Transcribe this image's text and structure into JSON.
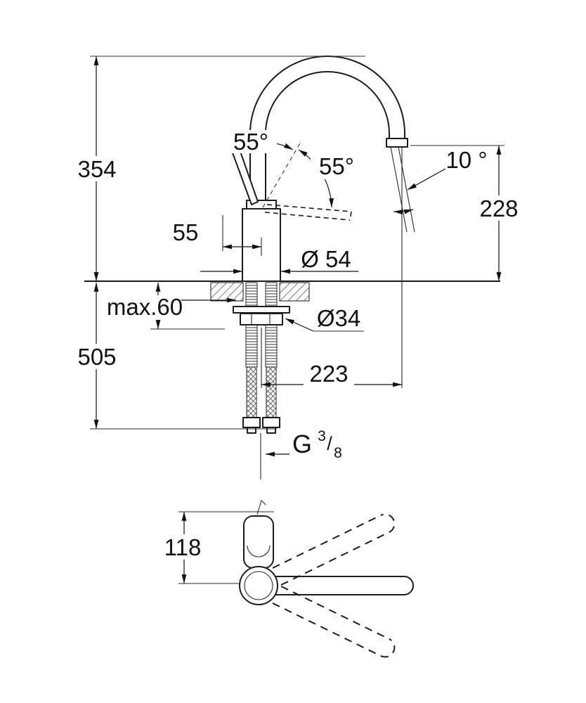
{
  "colors": {
    "line": "#1c1c1c",
    "text": "#111111",
    "background": "#ffffff"
  },
  "front_view": {
    "labels": {
      "height_above_deck": "354",
      "height_below_deck": "505",
      "spout_clearance": "228",
      "swivel_left": "55°",
      "swivel_right": "55°",
      "stream_angle": "10 °",
      "rear_offset": "55",
      "body_diameter": "Ø 54",
      "deck_thickness": "max.60",
      "hole_diameter": "Ø34",
      "spout_reach": "223",
      "thread": {
        "g": "G",
        "numerator": "3",
        "slash": "/",
        "denominator": "8"
      }
    }
  },
  "top_view": {
    "labels": {
      "handle_height": "118"
    }
  }
}
